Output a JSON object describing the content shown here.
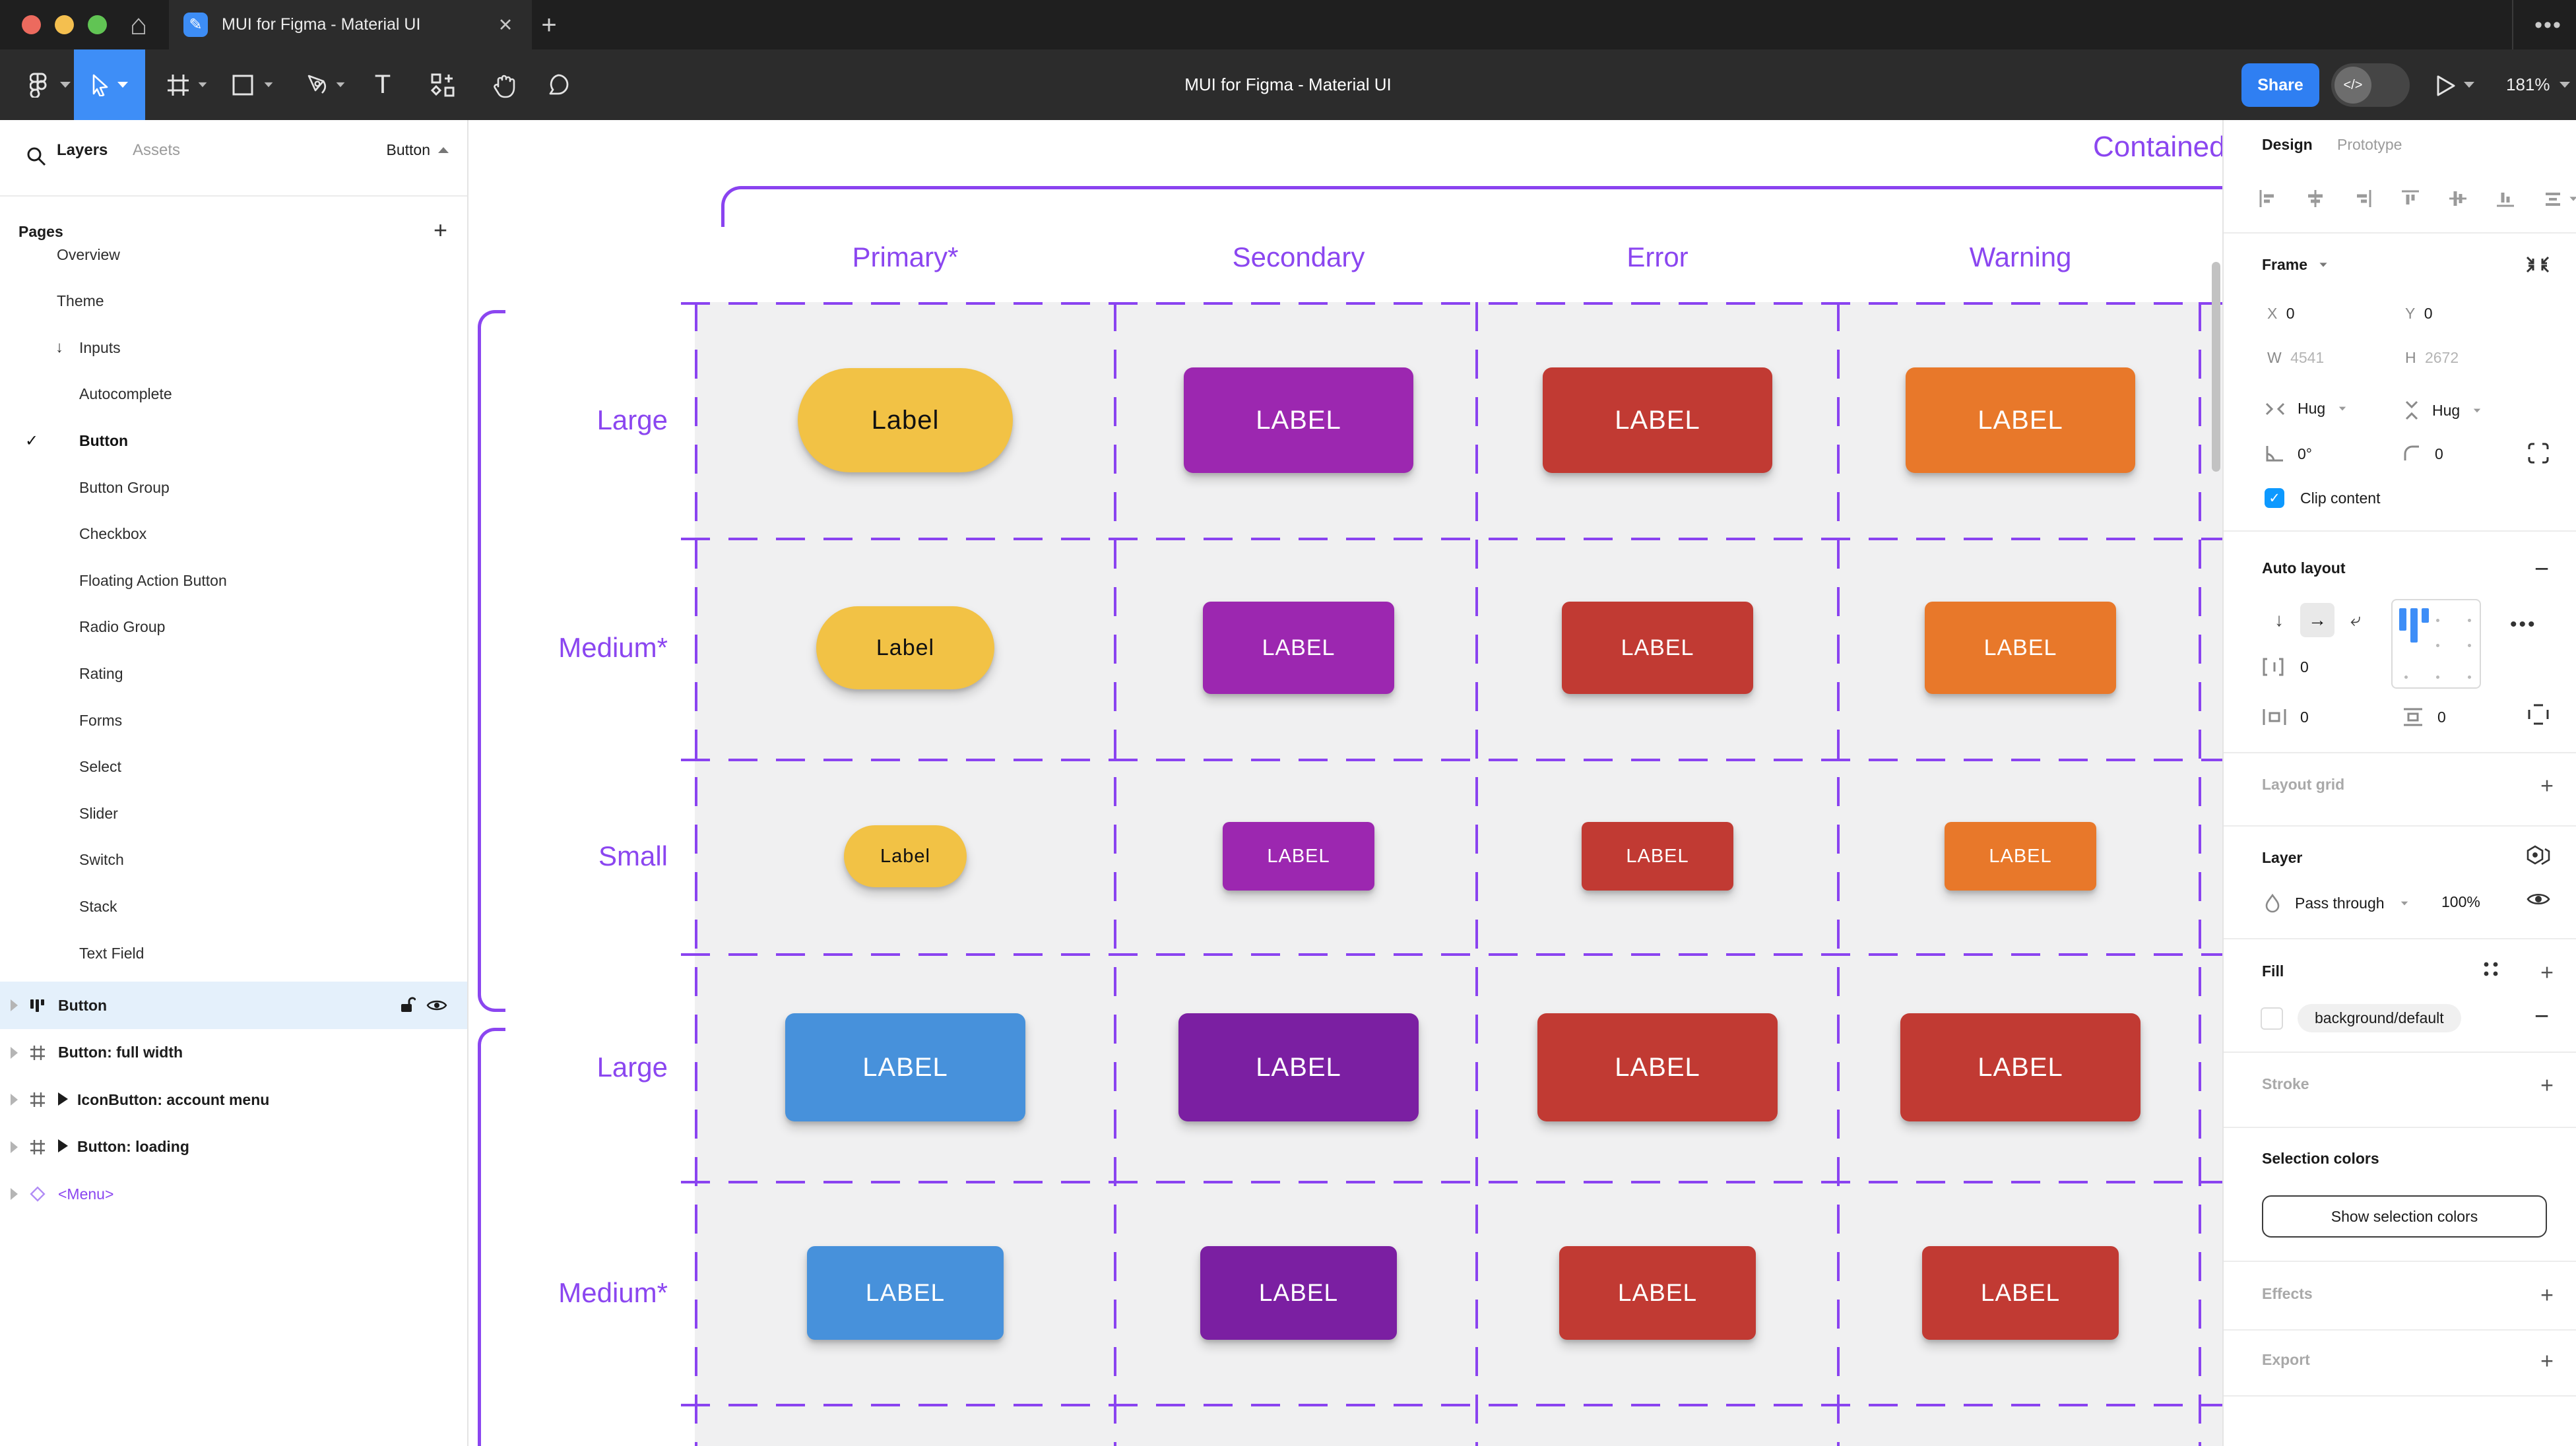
{
  "window": {
    "tab_title": "MUI for Figma - Material UI",
    "close_label": "✕",
    "new_tab_label": "+",
    "overflow_label": "•••",
    "home_label": "⌂"
  },
  "toolbar": {
    "doc_title": "MUI for Figma - Material UI",
    "share_label": "Share",
    "dev_toggle_label": "</>",
    "zoom_level": "181%"
  },
  "sidebar": {
    "tabs": {
      "layers": "Layers",
      "assets": "Assets",
      "page_selector": "Button"
    },
    "pages_header": "Pages",
    "pages": [
      {
        "label": "Overview",
        "indent": 1
      },
      {
        "label": "Theme",
        "indent": 1
      },
      {
        "label": "Inputs",
        "indent": 1,
        "arrow": "↓"
      },
      {
        "label": "Autocomplete",
        "indent": 2
      },
      {
        "label": "Button",
        "indent": 2,
        "selected": true
      },
      {
        "label": "Button Group",
        "indent": 2
      },
      {
        "label": "Checkbox",
        "indent": 2
      },
      {
        "label": "Floating Action Button",
        "indent": 2
      },
      {
        "label": "Radio Group",
        "indent": 2
      },
      {
        "label": "Rating",
        "indent": 2
      },
      {
        "label": "Forms",
        "indent": 2
      },
      {
        "label": "Select",
        "indent": 2
      },
      {
        "label": "Slider",
        "indent": 2
      },
      {
        "label": "Switch",
        "indent": 2
      },
      {
        "label": "Stack",
        "indent": 2
      },
      {
        "label": "Text Field",
        "indent": 2
      }
    ],
    "layers": [
      {
        "name": "Button",
        "icon": "autolayout",
        "selected": true
      },
      {
        "name": "Button: full width",
        "icon": "frame"
      },
      {
        "name": "IconButton: account menu",
        "icon": "frame",
        "play": true
      },
      {
        "name": "Button: loading",
        "icon": "frame",
        "play": true
      },
      {
        "name": "<Menu>",
        "icon": "diamond",
        "purple": true
      }
    ]
  },
  "canvas": {
    "frame_title": "Contained",
    "columns": [
      "Primary*",
      "Secondary",
      "Error",
      "Warning"
    ],
    "row_labels": [
      "Large",
      "Medium*",
      "Small",
      "Large",
      "Medium*"
    ],
    "button_rows": [
      [
        {
          "c": "yellow",
          "t": "Label"
        },
        {
          "c": "secondary",
          "t": "LABEL"
        },
        {
          "c": "error",
          "t": "LABEL"
        },
        {
          "c": "warning",
          "t": "LABEL"
        }
      ],
      [
        {
          "c": "yellow",
          "t": "Label"
        },
        {
          "c": "secondary",
          "t": "LABEL"
        },
        {
          "c": "error",
          "t": "LABEL"
        },
        {
          "c": "warning",
          "t": "LABEL"
        }
      ],
      [
        {
          "c": "yellow",
          "t": "Label"
        },
        {
          "c": "secondary",
          "t": "LABEL"
        },
        {
          "c": "error",
          "t": "LABEL"
        },
        {
          "c": "warning",
          "t": "LABEL"
        }
      ],
      [
        {
          "c": "blue",
          "t": "LABEL"
        },
        {
          "c": "secondaryDark",
          "t": "LABEL"
        },
        {
          "c": "error",
          "t": "LABEL"
        },
        {
          "c": "error",
          "t": "LABEL"
        }
      ],
      [
        {
          "c": "blue",
          "t": "LABEL"
        },
        {
          "c": "secondaryDark",
          "t": "LABEL"
        },
        {
          "c": "error",
          "t": "LABEL"
        },
        {
          "c": "error",
          "t": "LABEL"
        }
      ]
    ]
  },
  "panel": {
    "tabs": {
      "design": "Design",
      "prototype": "Prototype"
    },
    "frame": {
      "title": "Frame",
      "x_label": "X",
      "x_value": "0",
      "y_label": "Y",
      "y_value": "0",
      "w_label": "W",
      "w_value": "4541",
      "h_label": "H",
      "h_value": "2672",
      "hug_h": "Hug",
      "hug_v": "Hug",
      "rotation": "0°",
      "corner_radius": "0",
      "clip_label": "Clip content"
    },
    "auto_layout": {
      "title": "Auto layout",
      "gap": "0",
      "pad_h": "0",
      "pad_v": "0"
    },
    "layout_grid_label": "Layout grid",
    "layer": {
      "title": "Layer",
      "blend_mode": "Pass through",
      "opacity": "100%"
    },
    "fill": {
      "title": "Fill",
      "token": "background/default"
    },
    "stroke_label": "Stroke",
    "selection_colors": {
      "title": "Selection colors",
      "button_label": "Show selection colors"
    },
    "effects_label": "Effects",
    "export_label": "Export"
  },
  "palette": {
    "figma_purple": "#8b46f0",
    "accent_blue": "#3e8ef7",
    "share_blue": "#2f7ff2",
    "checkbox_blue": "#0d99ff",
    "selected_row": "#e4f0fb",
    "btn_yellow": "#f2c245",
    "btn_secondary": "#9c27b0",
    "btn_secondary_dark": "#7b1fa2",
    "btn_error": "#c13a33",
    "btn_warning": "#e8782a",
    "btn_blue": "#4791db"
  }
}
